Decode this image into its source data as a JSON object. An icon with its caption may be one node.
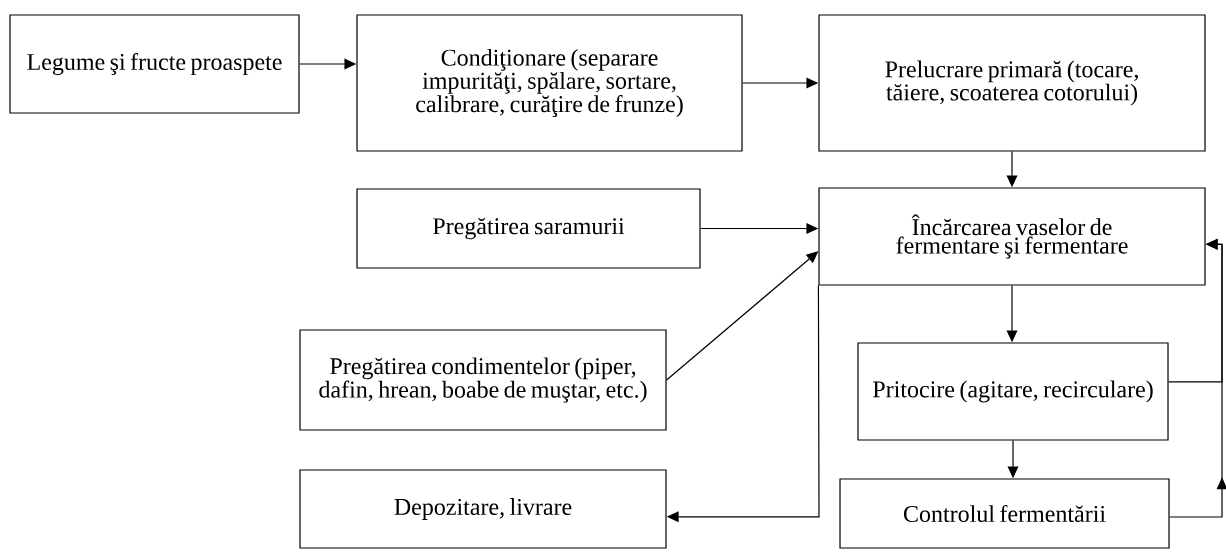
{
  "diagram": {
    "nodes": [
      {
        "text": [
          "Legume şi fructe proaspete"
        ]
      },
      {
        "text": [
          "Condiţionare (separare impurităţi, spălare, sortare, calibrare, curăţire de frunze)"
        ]
      },
      {
        "text": [
          "Prelucrare primară (tocare, tăiere, scoaterea cotorului)"
        ]
      },
      {
        "text": [
          "Pregătirea saramurii"
        ]
      },
      {
        "text": [
          "Încărcarea vaselor de fermentare şi fermentare"
        ]
      },
      {
        "text": [
          "Pregătirea condimentelor (piper, dafin, hrean, boabe de muştar, etc.)"
        ]
      },
      {
        "text": [
          "Pritocire (agitare, recirculare)"
        ]
      },
      {
        "text": [
          "Depozitare, livrare"
        ]
      },
      {
        "text": [
          "Controlul fermentării"
        ]
      }
    ],
    "edges": [
      {
        "from": 0,
        "to": 1,
        "arrow": "to"
      },
      {
        "from": 1,
        "to": 2,
        "arrow": "to"
      },
      {
        "from": 2,
        "to": 4,
        "arrow": "to"
      },
      {
        "from": 3,
        "to": 4,
        "arrow": "to"
      },
      {
        "from": 5,
        "to": 4,
        "arrow": "to"
      },
      {
        "from": 4,
        "to": 6,
        "arrow": "to"
      },
      {
        "from": 6,
        "to": 8,
        "arrow": "to"
      },
      {
        "from": 6,
        "to": 4,
        "arrow": "to"
      },
      {
        "from": 8,
        "to": 4,
        "arrow": "to"
      },
      {
        "from": 4,
        "to": 7,
        "arrow": "to"
      }
    ]
  }
}
